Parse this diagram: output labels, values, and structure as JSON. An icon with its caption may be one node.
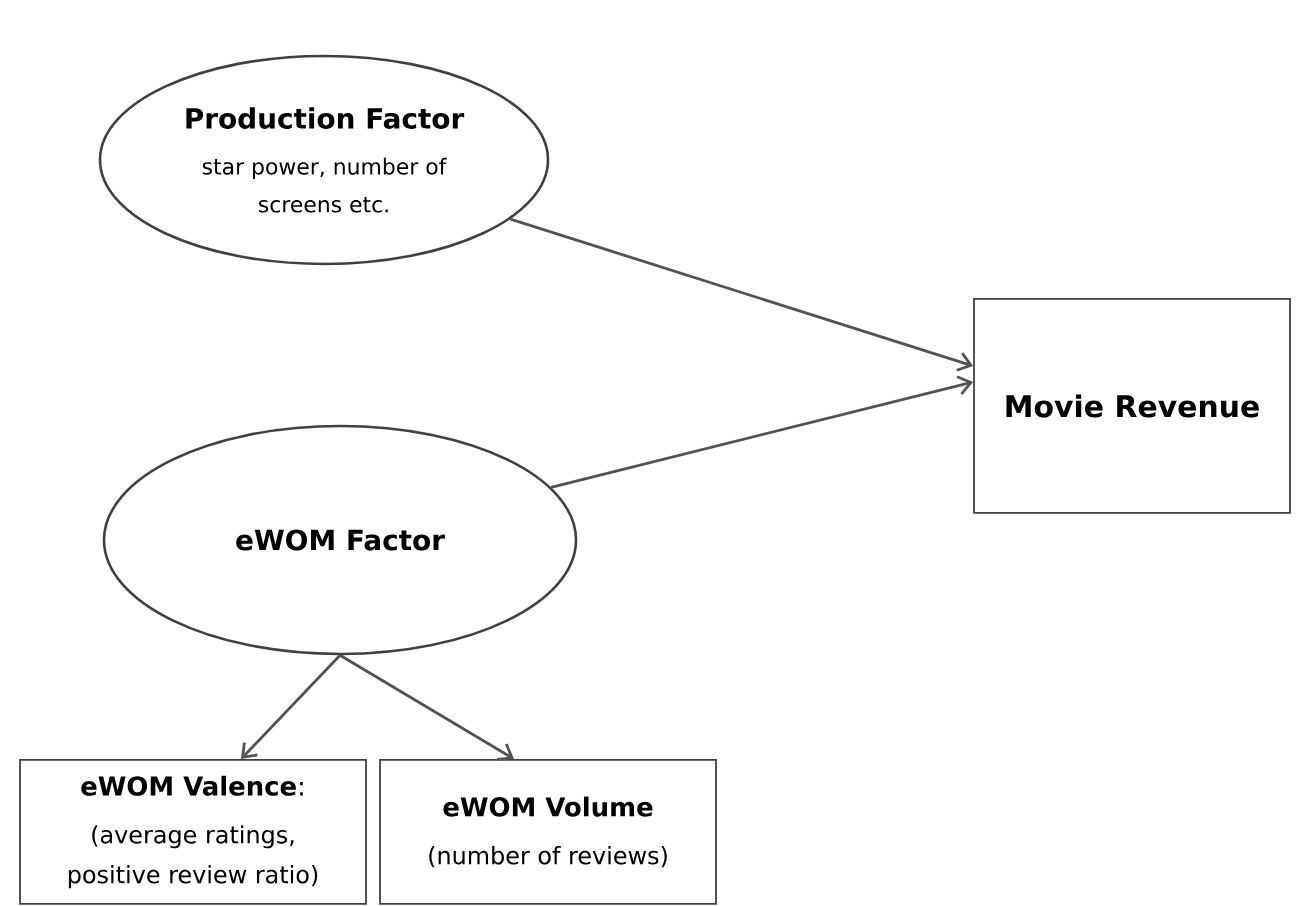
{
  "diagram": {
    "nodes": [
      {
        "text": [
          "Production Factor",
          "star power, number of screens etc."
        ]
      },
      {
        "text": [
          "eWOM Factor"
        ]
      },
      {
        "text": [
          "Movie Revenue"
        ]
      },
      {
        "text": [
          "**eWOM Valence**:",
          "(average ratings, positive review ratio)"
        ]
      },
      {
        "text": [
          "eWOM Volume",
          "(number of reviews)"
        ]
      }
    ],
    "edges": [
      {
        "from": 0,
        "to": 2,
        "arrow": "to"
      },
      {
        "from": 1,
        "to": 2,
        "arrow": "to"
      },
      {
        "from": 1,
        "to": 3,
        "arrow": "to"
      },
      {
        "from": 1,
        "to": 4,
        "arrow": "to"
      }
    ]
  }
}
